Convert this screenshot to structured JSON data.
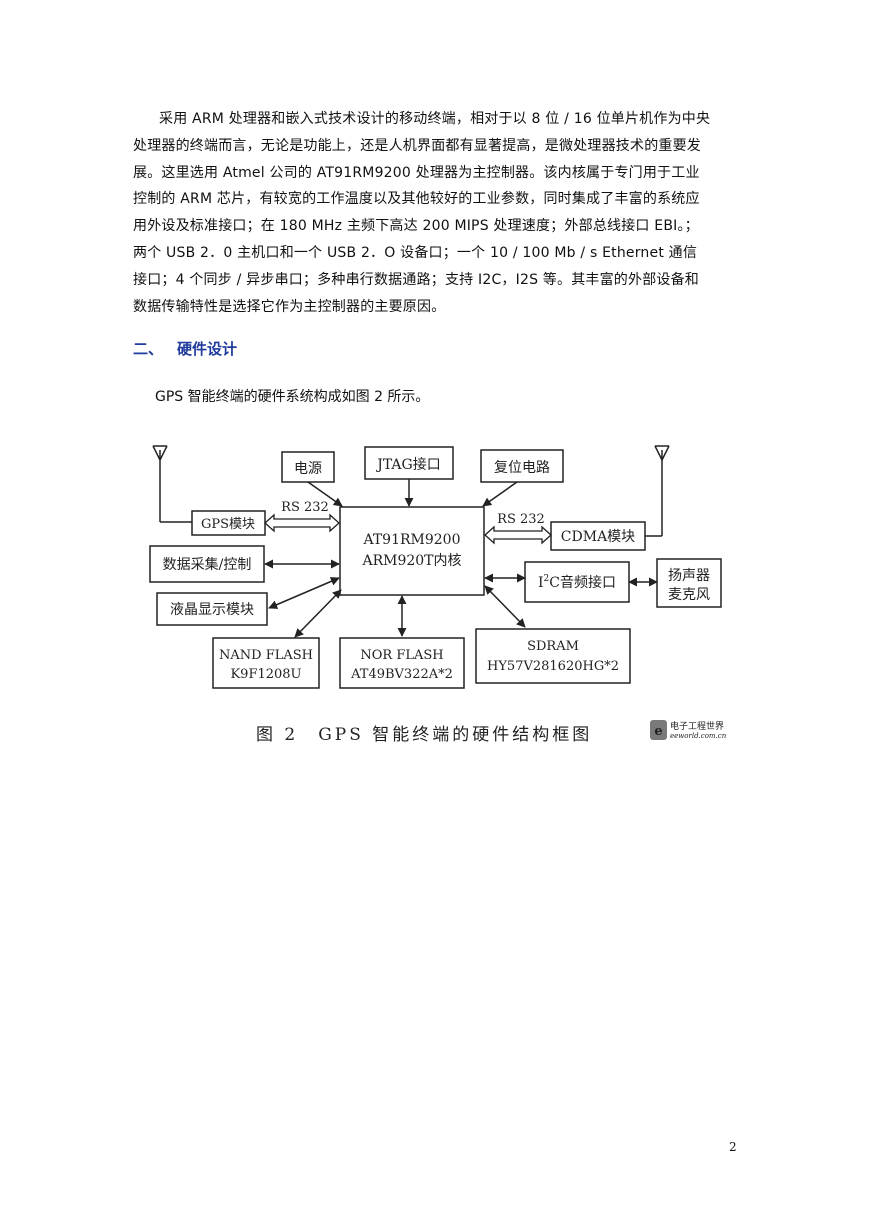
{
  "paragraph1": {
    "lines": [
      "采用 ARM 处理器和嵌入式技术设计的移动终端，相对于以 8 位 / 16 位单片机作为中央",
      "处理器的终端而言，无论是功能上，还是人机界面都有显著提高，是微处理器技术的重要发",
      "展。这里选用 Atmel 公司的 AT91RM9200 处理器为主控制器。该内核属于专门用于工业",
      "控制的 ARM 芯片，有较宽的工作温度以及其他较好的工业参数，同时集成了丰富的系统应",
      "用外设及标准接口；在 180 MHz 主频下高达 200 MIPS 处理速度；外部总线接口 EBI。；",
      "两个 USB 2．0 主机口和一个 USB 2．O 设备口；一个 10 / 100 Mb / s Ethernet 通信",
      "接口；4 个同步 / 异步串口；多种串行数据通路；支持 I2C，I2S 等。其丰富的外部设备和",
      "数据传输特性是选择它作为主控制器的主要原因。"
    ]
  },
  "section": {
    "number": "二、",
    "title": "硬件设计"
  },
  "intro": "GPS 智能终端的硬件系统构成如图 2 所示。",
  "diagram": {
    "power": "电源",
    "jtag": "JTAG接口",
    "reset": "复位电路",
    "rs232_left": "RS 232",
    "rs232_right": "RS 232",
    "gps": "GPS模块",
    "cdma": "CDMA模块",
    "cpu_line1": "AT91RM9200",
    "cpu_line2": "ARM920T内核",
    "data_acq": "数据采集/控制",
    "lcd": "液晶显示模块",
    "i2c_prefix": "I",
    "i2c_sup": "2",
    "i2c_suffix": "C音频接口",
    "speaker_line1": "扬声器",
    "speaker_line2": "麦克风",
    "nand_line1": "NAND FLASH",
    "nand_line2": "K9F1208U",
    "nor_line1": "NOR FLASH",
    "nor_line2": "AT49BV322A*2",
    "sdram_line1": "SDRAM",
    "sdram_line2": "HY57V281620HG*2"
  },
  "caption": "图 2　GPS 智能终端的硬件结构框图",
  "watermark": {
    "name": "电子工程世界",
    "url": "eeworld.com.cn"
  },
  "page_number": "2"
}
